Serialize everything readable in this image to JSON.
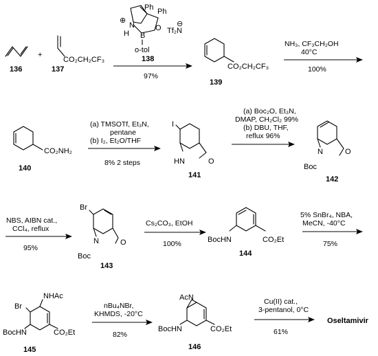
{
  "scheme": {
    "compounds": {
      "c136": "136",
      "c137": "137",
      "c138": "138",
      "c139": "139",
      "c140": "140",
      "c141": "141",
      "c142": "142",
      "c143": "143",
      "c144": "144",
      "c145": "145",
      "c146": "146",
      "product": "Oseltamivir"
    },
    "plus": "+",
    "catalyst": {
      "ph1": "Ph",
      "ph2": "Ph",
      "plus_charge": "⊕",
      "n": "N",
      "h": "H",
      "b": "B",
      "o": "O",
      "otol": "o-tol",
      "counterion": "Tf₂N",
      "minus_charge": "⊖"
    },
    "groups": {
      "ester137": "CO₂CH₂CF₃",
      "ester139": "CO₂CH₂CF₃",
      "amide140": "CO₂NH₂",
      "i141": "I",
      "hn141": "HN",
      "o141": "O",
      "n142": "N",
      "boc142": "Boc",
      "o142": "O",
      "br143": "Br",
      "n143": "N",
      "boc143": "Boc",
      "o143": "O",
      "bochn144": "BocHN",
      "ester144": "CO₂Et",
      "nhac145": "NHAc",
      "br145": "Br",
      "bochn145": "BocHN",
      "ester145": "CO₂Et",
      "acn146": "AcN",
      "bochn146": "BocHN",
      "ester146": "CO₂Et"
    },
    "steps": {
      "s1_below": "97%",
      "s2_above1": "NH₃, CF₃CH₂OH",
      "s2_above2": "40°C",
      "s2_below": "100%",
      "s3_above1": "(a) TMSOTf, Et₃N,",
      "s3_above2": "pentane",
      "s3_above3": "(b) I₂, Et₂O/THF",
      "s3_below": "8% 2 steps",
      "s4_above1": "(a) Boc₂O, Et₃N,",
      "s4_above2": "DMAP, CH₂Cl₂ 99%",
      "s4_above3": "(b) DBU, THF,",
      "s4_above4": "reflux 96%",
      "s5_above1": "NBS, AIBN cat.,",
      "s5_above2": "CCl₄, reflux",
      "s5_below": "95%",
      "s6_above": "Cs₂CO₃, EtOH",
      "s6_below": "100%",
      "s7_above1": "5% SnBr₄, NBA,",
      "s7_above2": "MeCN, -40°C",
      "s7_below": "75%",
      "s8_above1": "nBu₄NBr,",
      "s8_above2": "KHMDS, -20°C",
      "s8_below": "82%",
      "s9_above1": "Cu(II) cat.,",
      "s9_above2": "3-pentanol, 0°C",
      "s9_below": "61%"
    }
  }
}
